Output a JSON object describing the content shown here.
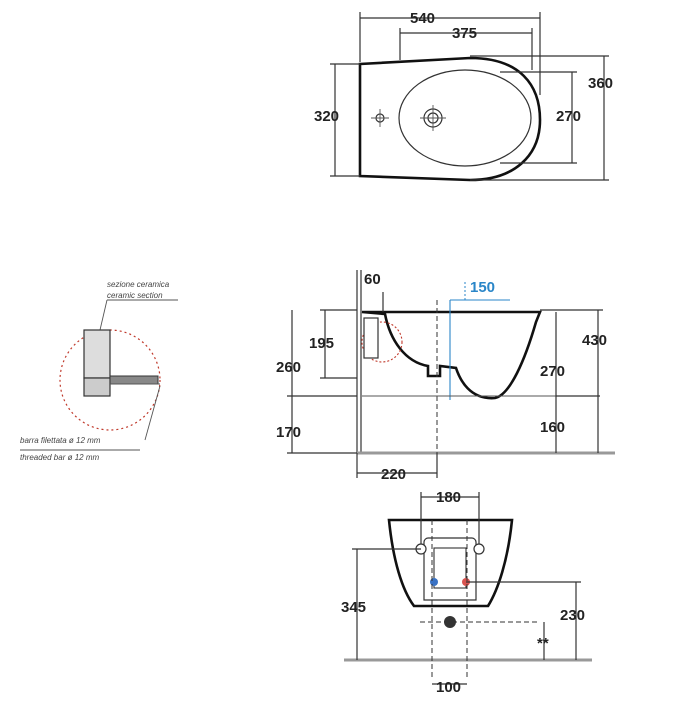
{
  "top_view": {
    "width": "540",
    "inner_length": "375",
    "height": "320",
    "inner_width": "270",
    "outer_width": "360"
  },
  "side_view": {
    "wall_offset": "60",
    "tap_height": "150",
    "top_height": "430",
    "drain_height": "195",
    "inlet_height": "260",
    "rim_height": "270",
    "bottom_height": "160",
    "base_height": "170",
    "depth": "220"
  },
  "detail": {
    "label_it": "sezione ceramica",
    "label_en": "ceramic section",
    "bar_it": "barra filettata ø 12 mm",
    "bar_en": "threaded bar ø 12 mm"
  },
  "rear_view": {
    "bolt_spacing": "180",
    "overall_height": "345",
    "drain_height": "230",
    "note_mark": "**",
    "drain_offset": "100"
  },
  "colors": {
    "line": "#222222",
    "blue_annotation": "#2a86c8",
    "red_detail": "#c0392b",
    "hot_pipe": "#d9534f",
    "cold_pipe": "#3a72c4",
    "floor": "#999999"
  }
}
